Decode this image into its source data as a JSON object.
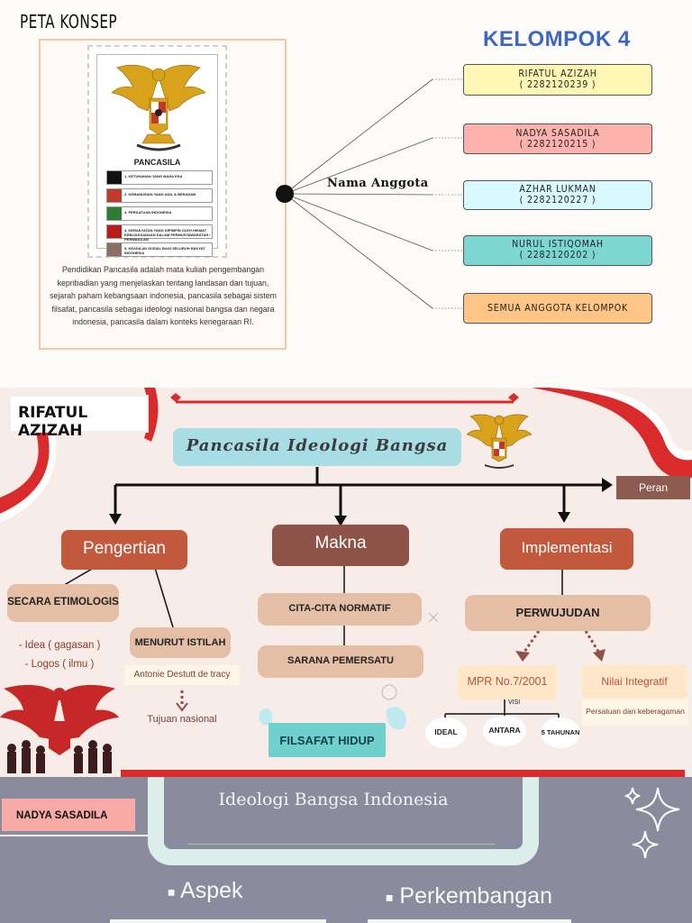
{
  "section1": {
    "title": "PETA KONSEP",
    "pancasila_image": {
      "caption": "PANCASILA",
      "sila": [
        "1. KETUHANAN YANG MAHA ESA",
        "2. KEMANUSIAN YANG ADIL & BERADAB",
        "3. PERSATUAN INDONESIA",
        "4. KERAKYATAN YANG DIPIMPIN OLEH HIKMAT KEBIJAKSANAAN DALAM PERMUSYAWARATAN / PERWAKILAN",
        "5. KEADILAN SOSIAL BAGI SELURUH RAKYAT INDONESIA"
      ]
    },
    "description": "Pendidikan Pancasila adalah mata kuliah pengembangan kepribadian yang menjelaskan tentang landasan dan tujuan, sejarah paham kebangsaan indonesia, pancasila sebagai sistem filsafat, pancasila sebagai ideologi nasional bangsa dan negara indonesia, pancasila dalam konteks kenegaraan RI.",
    "group_title": "KELOMPOK 4",
    "hub_label": "Nama Anggota",
    "members": [
      {
        "name": "RIFATUL AZIZAH",
        "id": "( 2282120239 )",
        "color": "#fef7b3"
      },
      {
        "name": "NADYA SASADILA",
        "id": "( 2282120215 )",
        "color": "#fdb2ad"
      },
      {
        "name": "AZHAR LUKMAN",
        "id": "( 2282120227 )",
        "color": "#d8f9ff"
      },
      {
        "name": "NURUL ISTIQOMAH",
        "id": "( 2282120202 )",
        "color": "#7cd7d3"
      },
      {
        "name": "SEMUA ANGGOTA KELOMPOK",
        "id": "",
        "color": "#ffc587"
      }
    ]
  },
  "section2": {
    "author_tag": "RIFATUL AZIZAH",
    "main_title": "Pancasila Ideologi Bangsa",
    "arrow_label": "Peran",
    "branches": {
      "pengertian": "Pengertian",
      "makna": "Makna",
      "implementasi": "Implementasi"
    },
    "pengertian": {
      "etimologis": "SECARA ETIMOLOGIS",
      "etimologis_items": [
        "- Idea ( gagasan )",
        "- Logos ( ilmu )"
      ],
      "istilah": "MENURUT ISTILAH",
      "istilah_source": "Antonie Destutt de tracy",
      "istilah_result": "Tujuan nasional"
    },
    "makna": {
      "items": [
        "CITA-CITA NORMATIF",
        "SARANA PEMERSATU"
      ],
      "bottom": "FILSAFAT HIDUP"
    },
    "implementasi": {
      "perwujudan": "PERWUJUDAN",
      "mpr": "MPR No.7/2001",
      "nilai": "Nilai Integratif",
      "nilai_detail": "Persatuan dan keberagaman",
      "visi_label": "VISI",
      "visi_items": [
        "IDEAL",
        "ANTARA",
        "5 TAHUNAN"
      ]
    },
    "colors": {
      "background": "#f8ece8",
      "primary_box": "#c2583c",
      "secondary_box": "#8d5248",
      "beige_box": "#e5bfa5",
      "title_box": "#a9dde6",
      "flag_red": "#d92b2b"
    }
  },
  "section3": {
    "author_tag": "NADYA SASADILA",
    "title": "Ideologi Bangsa Indonesia",
    "bullets": [
      "Aspek",
      "Perkembangan"
    ],
    "colors": {
      "background": "#8a8b9c",
      "tag": "#f7aaa6",
      "frame": "#dbeee9"
    }
  }
}
